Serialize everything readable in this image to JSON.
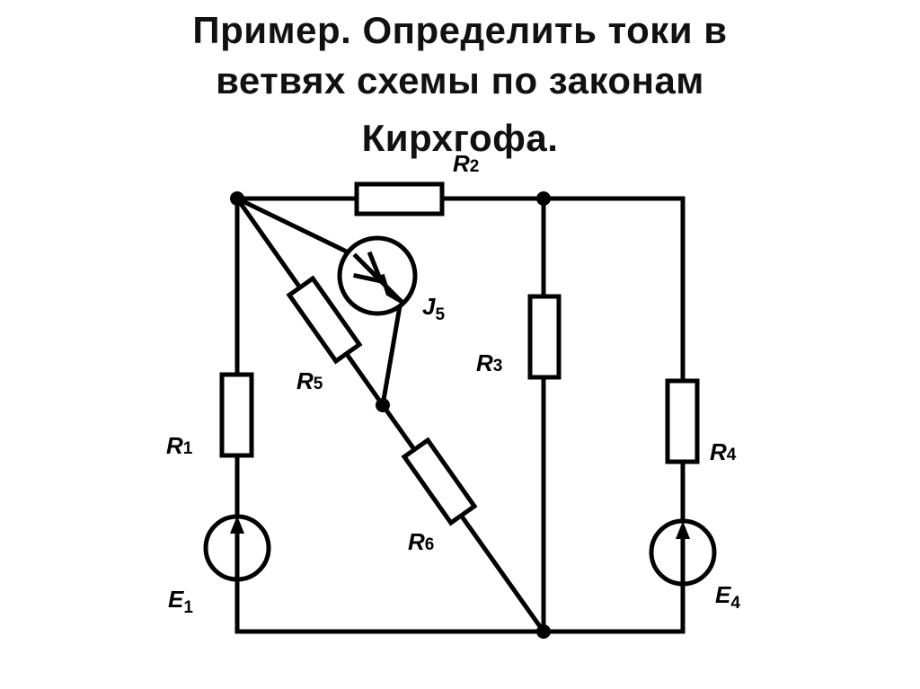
{
  "title": {
    "line1": "Пример. Определить токи в",
    "line2": "ветвях схемы по законам",
    "line3": "Кирхгофа."
  },
  "components": {
    "R1": {
      "letter": "R",
      "sub": "1"
    },
    "R2": {
      "letter": "R",
      "sub": "2"
    },
    "R3": {
      "letter": "R",
      "sub": "3"
    },
    "R4": {
      "letter": "R",
      "sub": "4"
    },
    "R5": {
      "letter": "R",
      "sub": "5"
    },
    "R6": {
      "letter": "R",
      "sub": "6"
    },
    "E1": {
      "letter": "E",
      "sub": "1"
    },
    "E4": {
      "letter": "E",
      "sub": "4"
    },
    "J5": {
      "letter": "J",
      "sub": "5"
    }
  },
  "colors": {
    "ink": "#000000",
    "background": "#ffffff"
  }
}
